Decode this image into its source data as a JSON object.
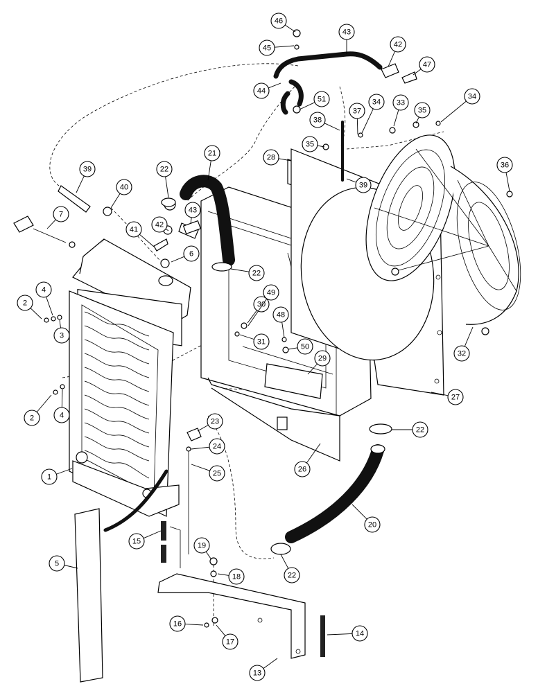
{
  "callouts": [
    {
      "id": "1",
      "label": "1"
    },
    {
      "id": "2a",
      "label": "2"
    },
    {
      "id": "2b",
      "label": "2"
    },
    {
      "id": "3",
      "label": "3"
    },
    {
      "id": "4a",
      "label": "4"
    },
    {
      "id": "4b",
      "label": "4"
    },
    {
      "id": "5",
      "label": "5"
    },
    {
      "id": "6",
      "label": "6"
    },
    {
      "id": "7",
      "label": "7"
    },
    {
      "id": "13",
      "label": "13"
    },
    {
      "id": "14",
      "label": "14"
    },
    {
      "id": "15",
      "label": "15"
    },
    {
      "id": "16",
      "label": "16"
    },
    {
      "id": "17",
      "label": "17"
    },
    {
      "id": "18",
      "label": "18"
    },
    {
      "id": "19",
      "label": "19"
    },
    {
      "id": "20",
      "label": "20"
    },
    {
      "id": "21",
      "label": "21"
    },
    {
      "id": "22a",
      "label": "22"
    },
    {
      "id": "22b",
      "label": "22"
    },
    {
      "id": "22c",
      "label": "22"
    },
    {
      "id": "22d",
      "label": "22"
    },
    {
      "id": "23",
      "label": "23"
    },
    {
      "id": "24",
      "label": "24"
    },
    {
      "id": "25",
      "label": "25"
    },
    {
      "id": "26",
      "label": "26"
    },
    {
      "id": "27",
      "label": "27"
    },
    {
      "id": "28",
      "label": "28"
    },
    {
      "id": "29",
      "label": "29"
    },
    {
      "id": "30",
      "label": "30"
    },
    {
      "id": "31",
      "label": "31"
    },
    {
      "id": "32",
      "label": "32"
    },
    {
      "id": "33",
      "label": "33"
    },
    {
      "id": "34a",
      "label": "34"
    },
    {
      "id": "34b",
      "label": "34"
    },
    {
      "id": "35a",
      "label": "35"
    },
    {
      "id": "35b",
      "label": "35"
    },
    {
      "id": "36",
      "label": "36"
    },
    {
      "id": "37",
      "label": "37"
    },
    {
      "id": "38",
      "label": "38"
    },
    {
      "id": "39a",
      "label": "39"
    },
    {
      "id": "39b",
      "label": "39"
    },
    {
      "id": "40",
      "label": "40"
    },
    {
      "id": "41",
      "label": "41"
    },
    {
      "id": "42a",
      "label": "42"
    },
    {
      "id": "42b",
      "label": "42"
    },
    {
      "id": "43a",
      "label": "43"
    },
    {
      "id": "43b",
      "label": "43"
    },
    {
      "id": "44",
      "label": "44"
    },
    {
      "id": "45",
      "label": "45"
    },
    {
      "id": "46",
      "label": "46"
    },
    {
      "id": "47",
      "label": "47"
    },
    {
      "id": "48",
      "label": "48"
    },
    {
      "id": "49",
      "label": "49"
    },
    {
      "id": "50",
      "label": "50"
    },
    {
      "id": "51",
      "label": "51"
    }
  ]
}
